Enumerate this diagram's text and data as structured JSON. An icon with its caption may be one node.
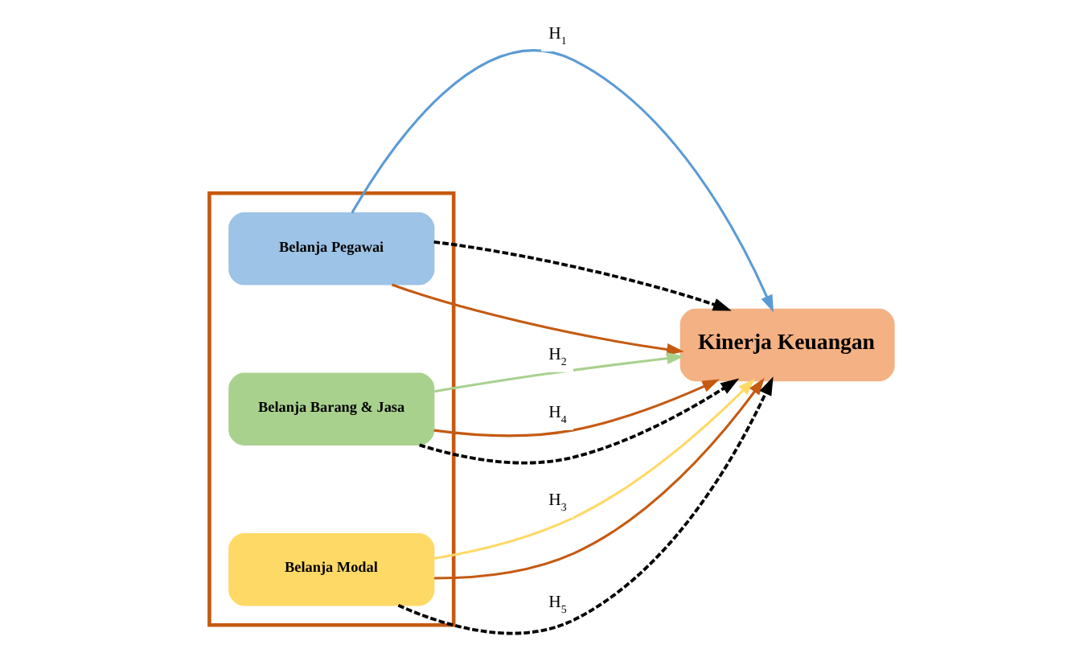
{
  "diagram": {
    "nodes": [
      {
        "text": [],
        "shape": "box"
      },
      {
        "text": [
          "Belanja Pegawai"
        ],
        "in": 0
      },
      {
        "text": [
          "Belanja Barang & Jasa"
        ],
        "in": 0
      },
      {
        "text": [
          "Belanja Modal"
        ],
        "in": 0
      },
      {
        "text": [
          "Kinerja Keuangan"
        ]
      }
    ],
    "edges": [
      {
        "from": 1,
        "to": 4,
        "arrow": "to",
        "label": "H$_{1}$",
        "color": "#5b9bd5"
      },
      {
        "from": 2,
        "to": 4,
        "arrow": "to",
        "label": "H$_{2}$",
        "color": "#a9d18e"
      },
      {
        "from": 3,
        "to": 4,
        "arrow": "to",
        "label": "H$_{3}$",
        "color": "#ffd966"
      },
      {
        "from": 1,
        "to": 4,
        "arrow": "to",
        "color": "#c55a11"
      },
      {
        "from": 2,
        "to": 4,
        "arrow": "to",
        "label": "H$_{4}$",
        "color": "#c55a11"
      },
      {
        "from": 3,
        "to": 4,
        "arrow": "to",
        "color": "#c55a11"
      },
      {
        "from": 1,
        "to": 4,
        "arrow": "to",
        "style": "dashed",
        "color": "#000000"
      },
      {
        "from": 2,
        "to": 4,
        "arrow": "to",
        "style": "dashed",
        "color": "#000000"
      },
      {
        "from": 3,
        "to": 4,
        "arrow": "to",
        "label": "H$_{5}$",
        "style": "dashed",
        "color": "#000000"
      }
    ]
  }
}
